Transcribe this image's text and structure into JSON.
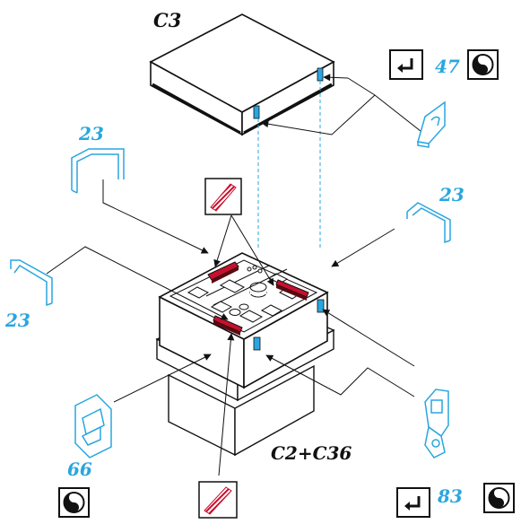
{
  "labels": {
    "top_part": "C3",
    "bottom_part": "C2+C36",
    "clip_top_right": "47",
    "handle_upper_left": "23",
    "handle_right": "23",
    "handle_left": "23",
    "clip_bottom_left": "66",
    "clip_bottom_right": "83"
  },
  "icons": {
    "return_arrow": "return-arrow-icon",
    "yin_yang": "yin-yang-icon",
    "hatched_tape": "red-hatched-tape-icon"
  },
  "colors": {
    "ink": "#111111",
    "accent_blue": "#29a6e0",
    "tape_red": "#c8102e",
    "tape_dark": "#5a0a10"
  }
}
